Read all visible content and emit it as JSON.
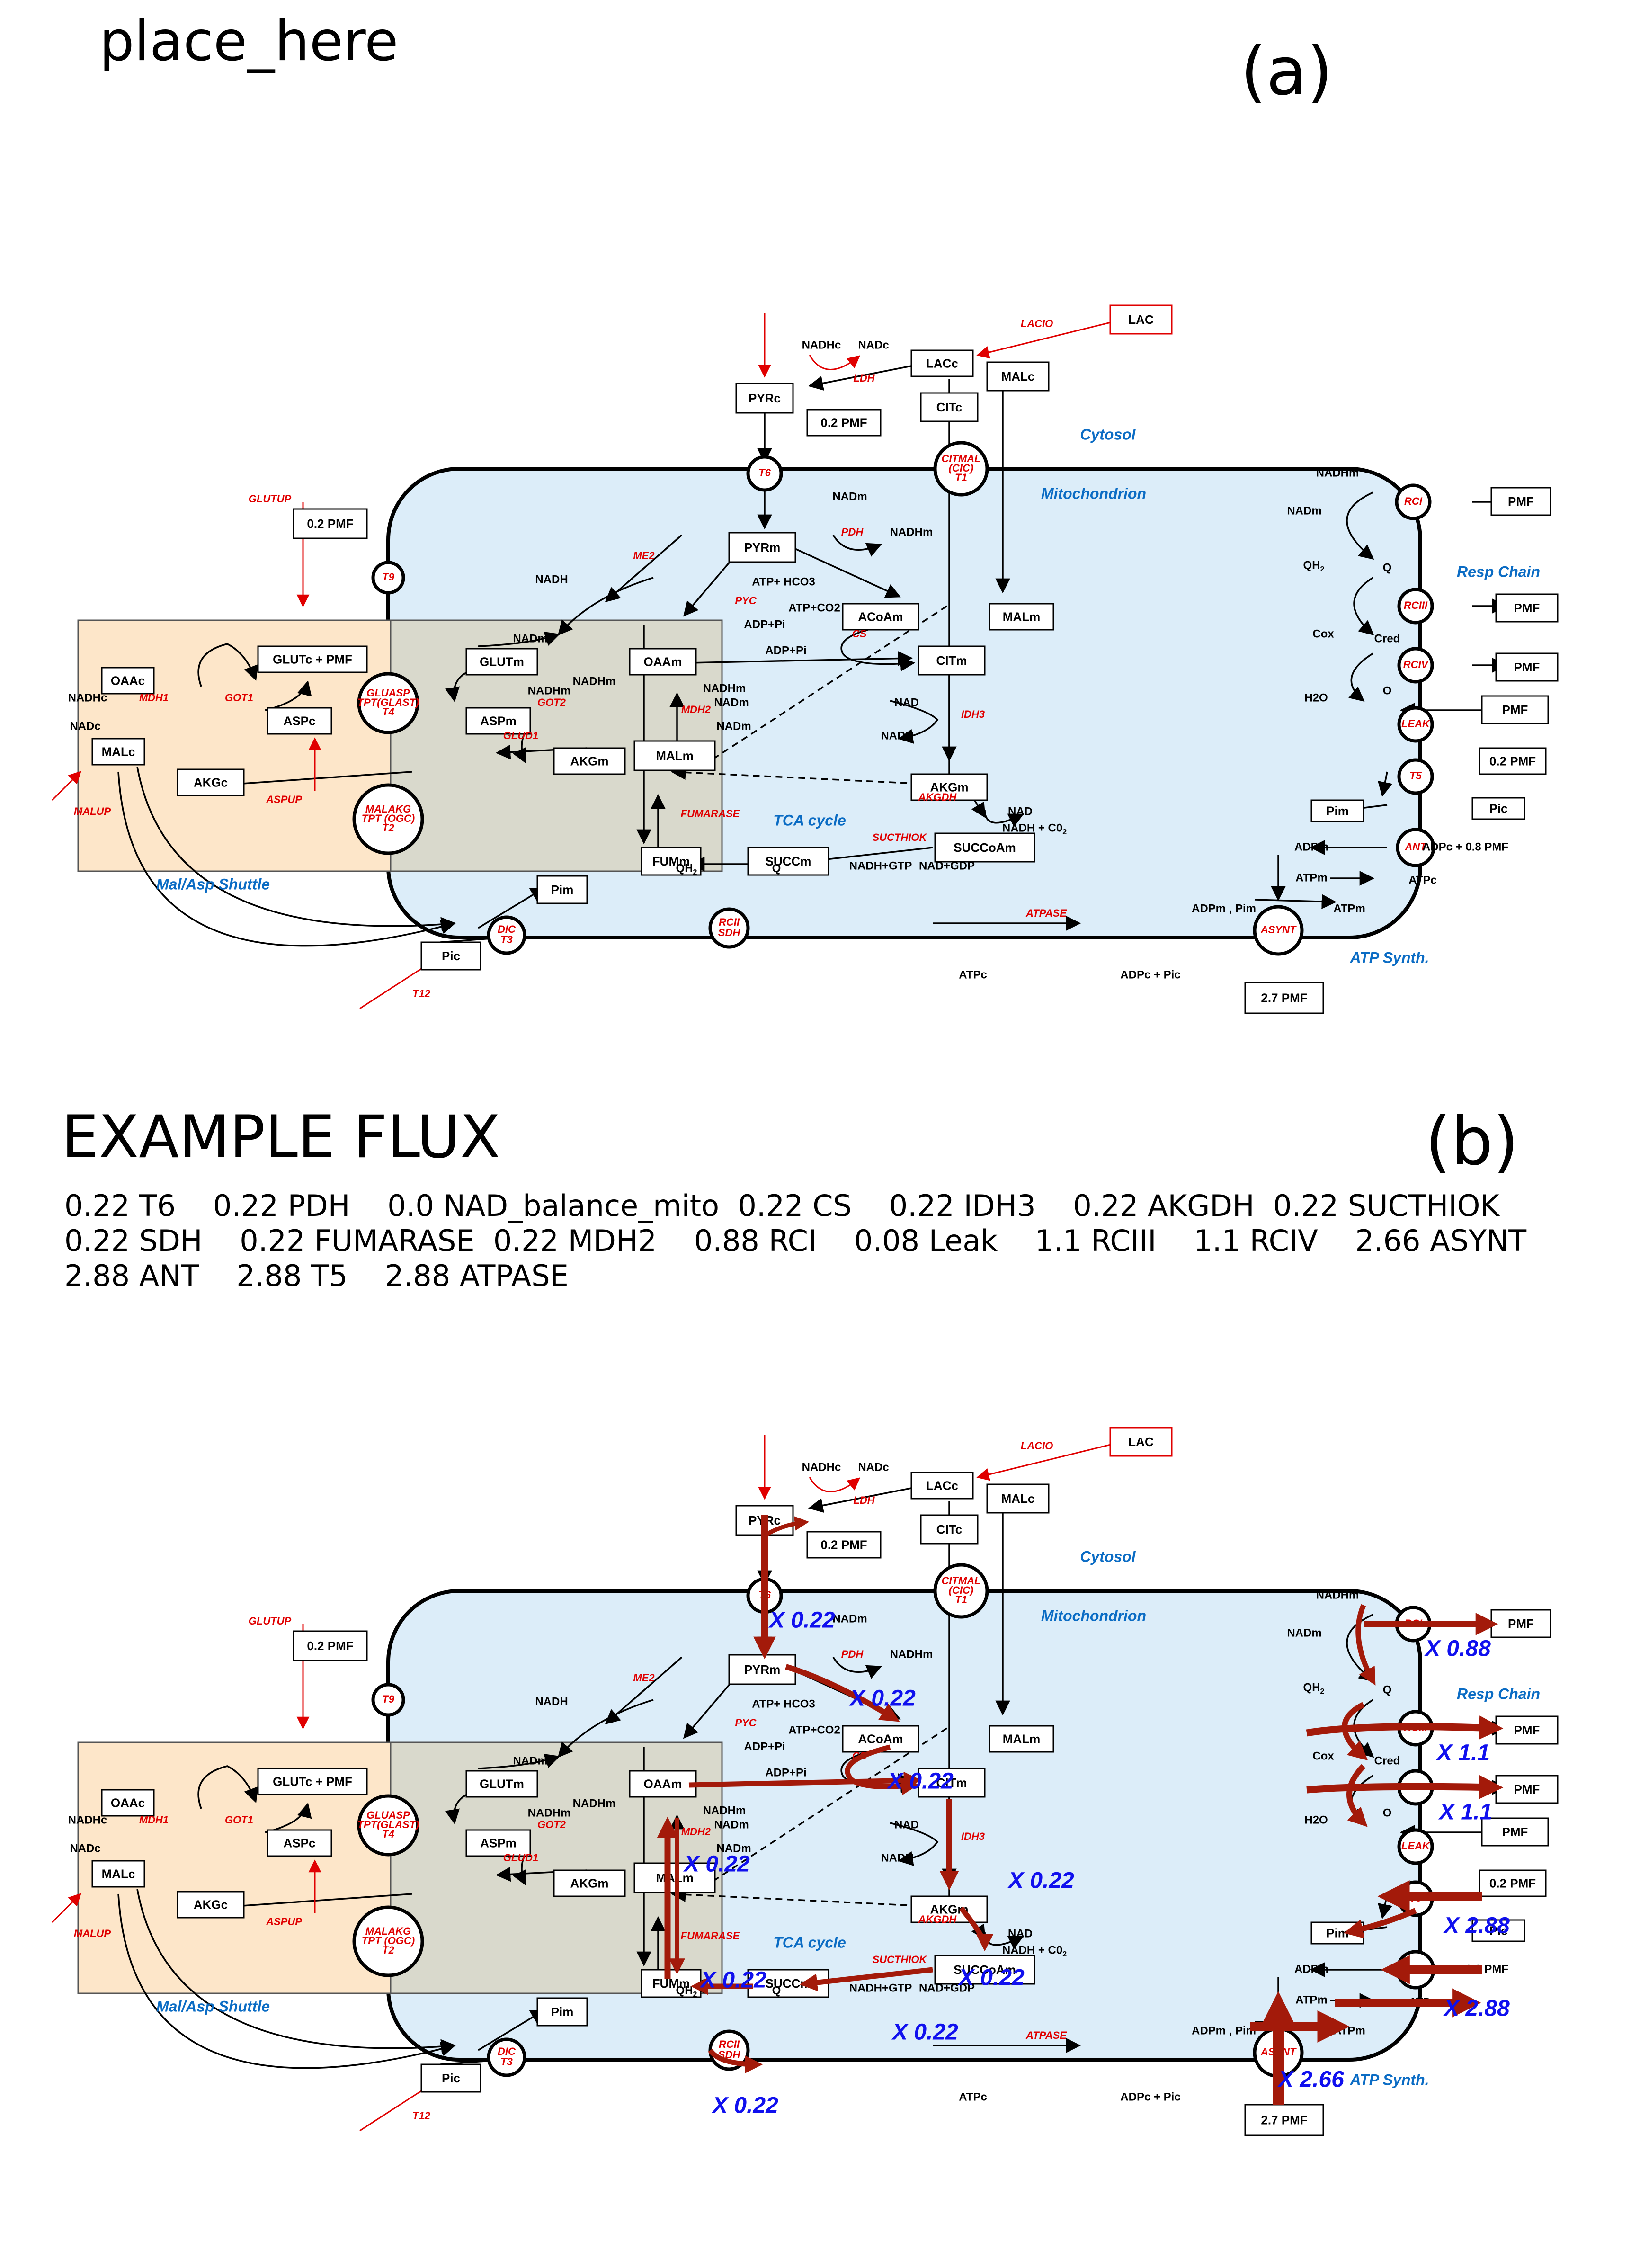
{
  "panel_a": {
    "title": "place_here",
    "label": "(a)"
  },
  "panel_b": {
    "title": "EXAMPLE FLUX",
    "label": "(b)",
    "flux_lines": [
      "0.22 T6    0.22 PDH    0.0 NAD_balance_mito  0.22 CS    0.22 IDH3    0.22 AKGDH  0.22 SUCTHIOK",
      "0.22 SDH    0.22 FUMARASE  0.22 MDH2    0.88 RCI    0.08 Leak    1.1 RCIII    1.1 RCIV    2.66 ASYNT",
      "2.88 ANT    2.88 T5    2.88 ATPASE"
    ]
  },
  "colors": {
    "cytosol_fill": "#dcedf9",
    "shuttle_fill": "#fde6c9",
    "overlap_fill": "#d9d9cc",
    "enzyme": "#e00000",
    "region_label": "#0b6cc4",
    "flux_arrow": "#a31a0a",
    "flux_label": "#1010ee"
  },
  "diagram": {
    "boxes": [
      "LAC",
      "LACc",
      "PYRc",
      "0.2 PMF",
      "MALc",
      "CITc",
      "PYRm",
      "ACoAm",
      "MALm",
      "CITm",
      "0.2 PMF",
      "OAAc",
      "GLUTc + PMF",
      "ASPc",
      "MALc",
      "AKGc",
      "GLUTm",
      "ASPm",
      "OAAm",
      "AKGm",
      "MALm",
      "AKGm",
      "SUCCoAm",
      "FUMm",
      "SUCCm",
      "Pim",
      "Pic",
      "PMF",
      "PMF",
      "PMF",
      "PMF",
      "0.2 PMF",
      "Pim",
      "Pic",
      "2.7 PMF"
    ],
    "transporters": [
      {
        "lines": [
          "T6"
        ]
      },
      {
        "lines": [
          "CITMAL",
          "(CIC)",
          "T1"
        ]
      },
      {
        "lines": [
          "T9"
        ]
      },
      {
        "lines": [
          "GLUASP",
          "TPT(GLAST)",
          "T4"
        ]
      },
      {
        "lines": [
          "MALAKG",
          "TPT (OGC)",
          "T2"
        ]
      },
      {
        "lines": [
          "DIC",
          "T3"
        ]
      },
      {
        "lines": [
          "RCII",
          "SDH"
        ]
      },
      {
        "lines": [
          "RCI"
        ]
      },
      {
        "lines": [
          "RCIII"
        ]
      },
      {
        "lines": [
          "RCIV"
        ]
      },
      {
        "lines": [
          "LEAK"
        ]
      },
      {
        "lines": [
          "T5"
        ]
      },
      {
        "lines": [
          "ANT"
        ]
      },
      {
        "lines": [
          "ASYNT"
        ]
      }
    ],
    "enzymes": [
      "LACIO",
      "LDH",
      "PDH",
      "PYC",
      "CS",
      "IDH3",
      "AKGDH",
      "SUCTHIOK",
      "FUMARASE",
      "MDH2",
      "ME2",
      "GLUTUP",
      "MDH1",
      "GOT1",
      "GOT2",
      "GLUD1",
      "ASPUP",
      "MALUP",
      "T12",
      "ATPASE"
    ],
    "metabolites": [
      "NADHc",
      "NADc",
      "NADm",
      "NADHm",
      "ATP+ HCO3",
      "ATP+CO2",
      "ADP+Pi",
      "ADP+Pi",
      "NAD",
      "NADH",
      "NAD",
      "NADH",
      "NADHc",
      "NADc",
      "NADm",
      "NADHm",
      "NADHm",
      "NADm",
      "NADHm",
      "NADm",
      "NADH+GTP",
      "NAD+GDP",
      "QH",
      "Q",
      "NADHm",
      "NADm",
      "QH",
      "Q",
      "Cox",
      "Cred",
      "H2O",
      "O",
      "ADPm",
      "ADPc + 0.8 PMF",
      "ATPm",
      "ATPc",
      "ADPm , Pim",
      "ATPm",
      "ATPc",
      "ADPc + Pic",
      "NADH + C0"
    ],
    "subscript_2": "2",
    "regions": [
      "Cytosol",
      "Mitochondrion",
      "Resp Chain",
      "TCA cycle",
      "Mal/Asp Shuttle",
      "ATP Synth."
    ]
  },
  "flux_labels": [
    "X 0.22",
    "X 0.22",
    "X 0.22",
    "X 0.22",
    "X 0.22",
    "X 0.22",
    "X 0.22",
    "X 0.22",
    "X 0.22",
    "X 0.88",
    "X 1.1",
    "X 1.1",
    "X 2.88",
    "X 2.88",
    "X 2.66"
  ]
}
